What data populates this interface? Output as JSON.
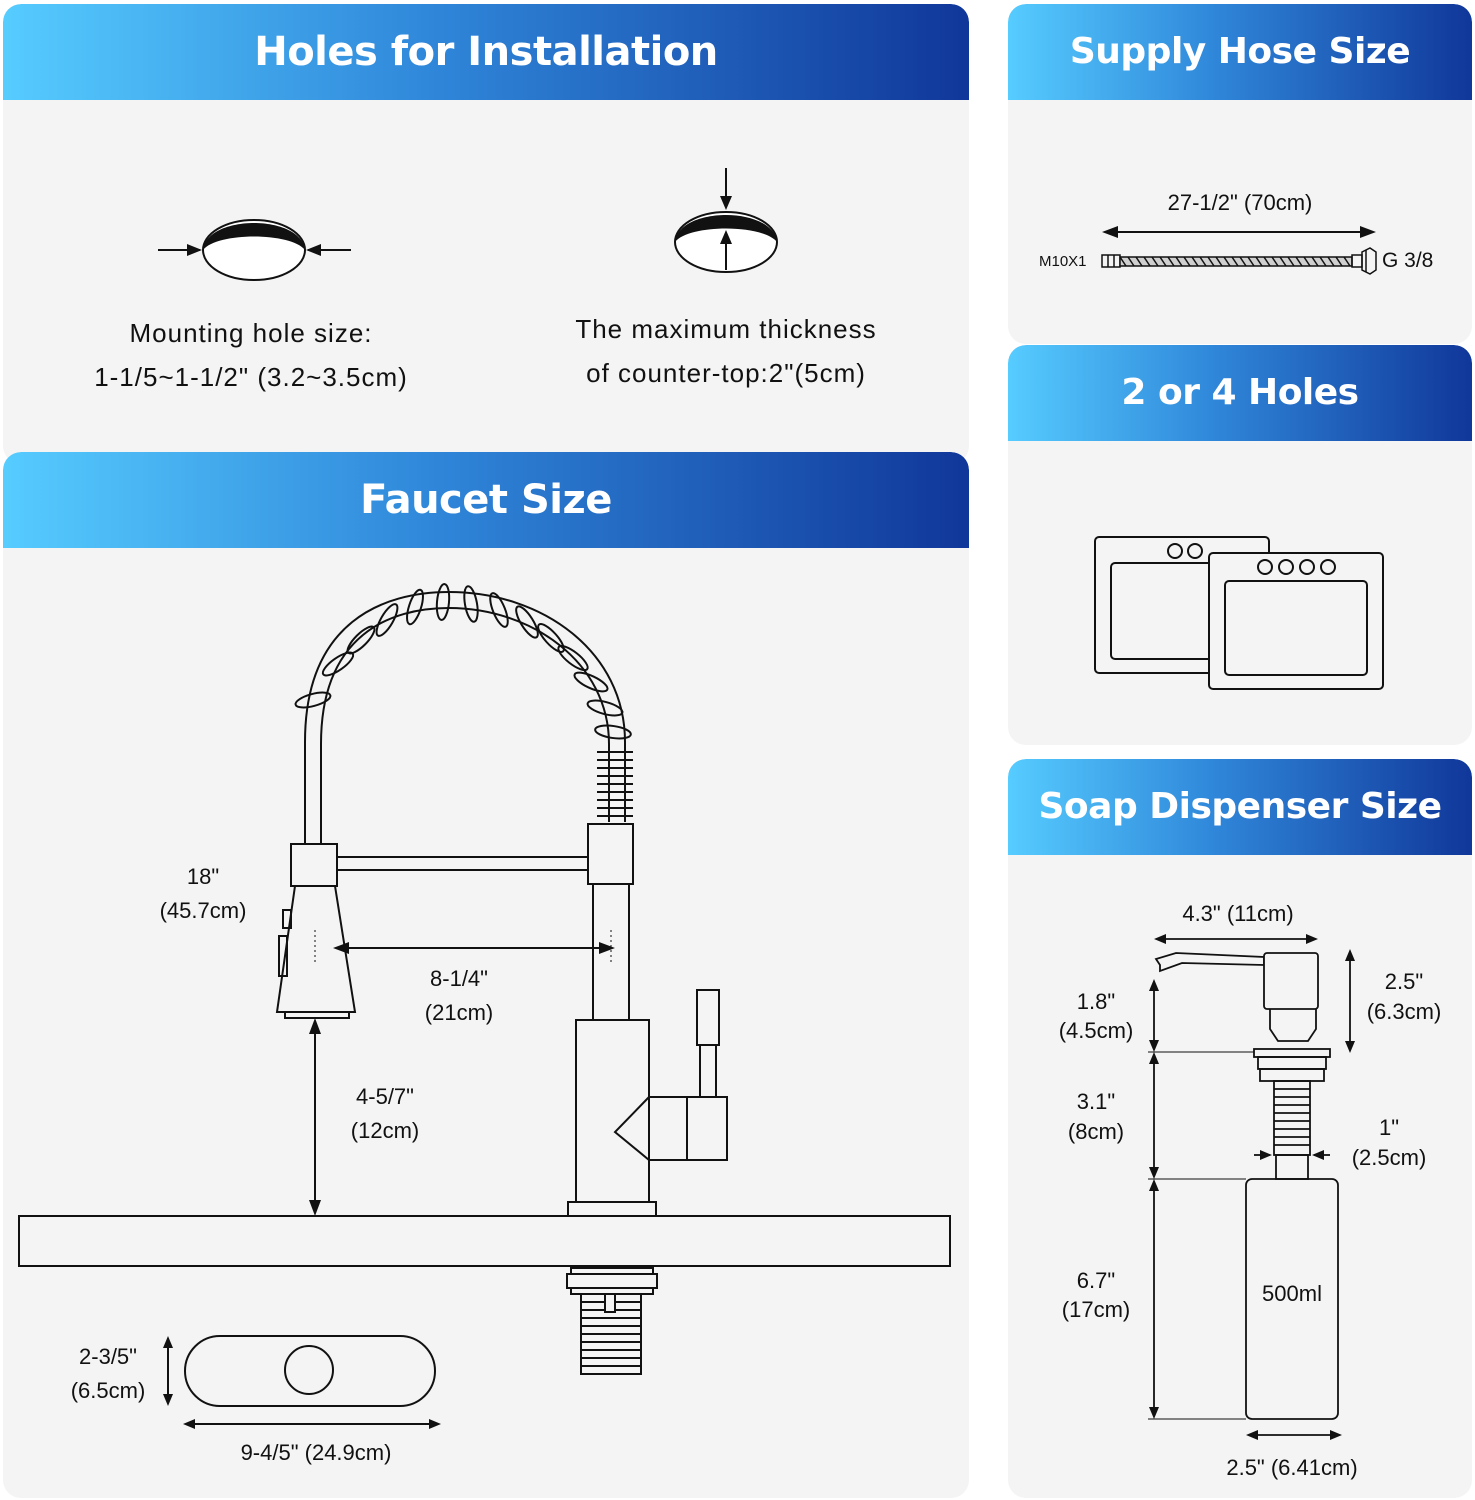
{
  "headers": {
    "holes": "Holes for Installation",
    "faucet": "Faucet Size",
    "hose": "Supply Hose Size",
    "holes_count": "2 or 4 Holes",
    "soap": "Soap Dispenser Size"
  },
  "holes_panel": {
    "mounting_line1": "Mounting hole size:",
    "mounting_line2": "1-1/5~1-1/2\" (3.2~3.5cm)",
    "thickness_line1": "The maximum thickness",
    "thickness_line2": "of counter-top:2\"(5cm)"
  },
  "hose_panel": {
    "length": "27-1/2\" (70cm)",
    "left_thread": "M10X1",
    "right_thread": "G 3/8"
  },
  "faucet_panel": {
    "height_a": "18\"",
    "height_b": "(45.7cm)",
    "reach_a": "8-1/4\"",
    "reach_b": "(21cm)",
    "clearance_a": "4-5/7\"",
    "clearance_b": "(12cm)",
    "plate_h_a": "2-3/5\"",
    "plate_h_b": "(6.5cm)",
    "plate_w": "9-4/5\" (24.9cm)"
  },
  "soap_panel": {
    "width": "4.3\" (11cm)",
    "head_a": "2.5\"",
    "head_b": "(6.3cm)",
    "spout_a": "1.8\"",
    "spout_b": "(4.5cm)",
    "shank_a": "3.1\"",
    "shank_b": "(8cm)",
    "thread_a": "1\"",
    "thread_b": "(2.5cm)",
    "bottle_a": "6.7\"",
    "bottle_b": "(17cm)",
    "capacity": "500ml",
    "bottle_w": "2.5\" (6.41cm)"
  }
}
